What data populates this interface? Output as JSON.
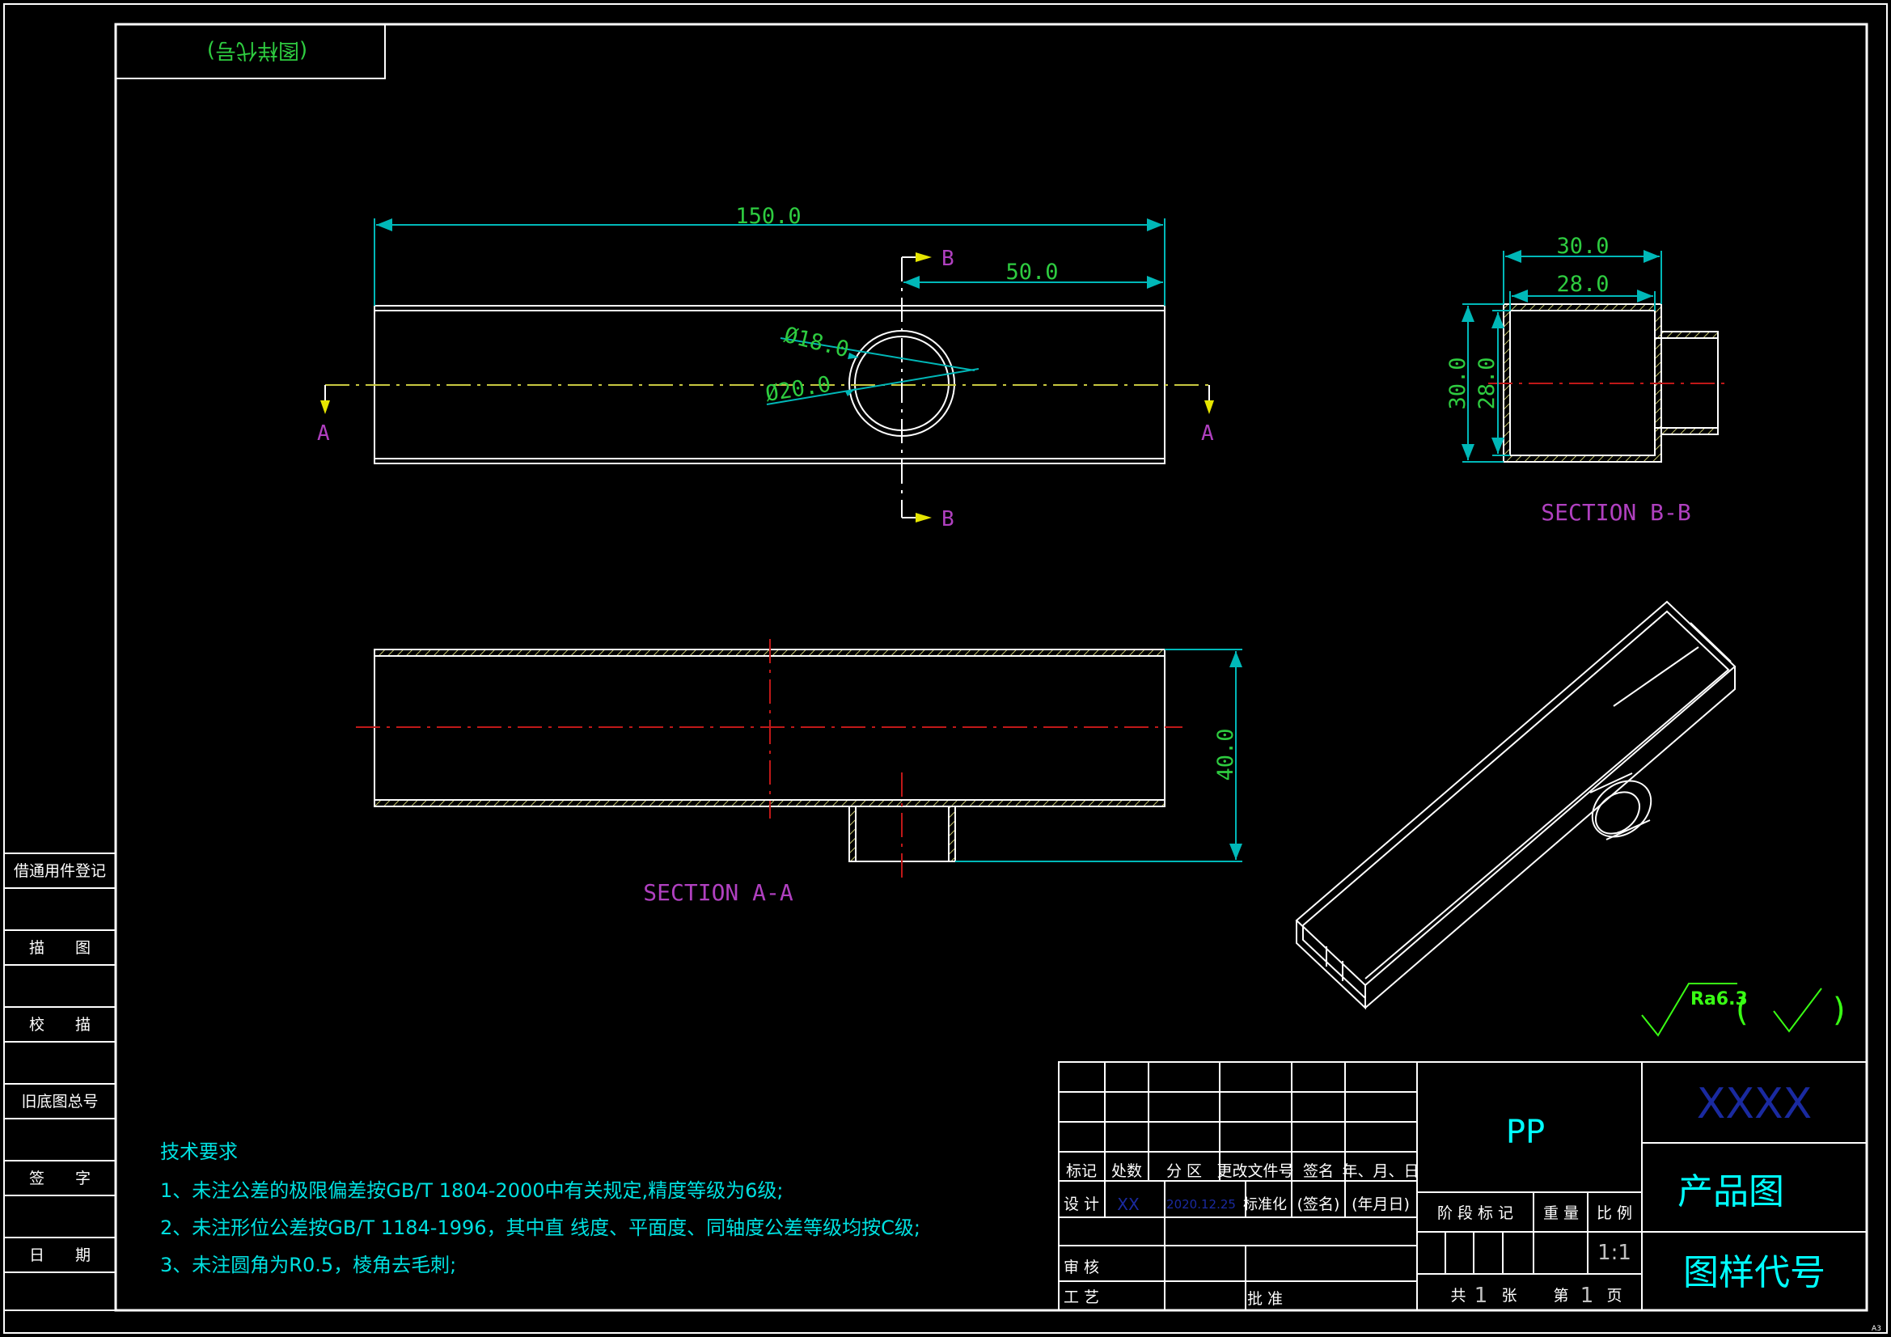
{
  "colors": {
    "background": "#000000",
    "frame": "#ffffff",
    "dimension": "#00b8b8",
    "dimension_text": "#2ecc40",
    "section_label": "#b040c0",
    "centerline": "#c01818",
    "axis": "#c8c840",
    "arrow": "#e6e600",
    "hatch": "#c8c870",
    "note_text": "#00e0e0",
    "title_text": "#00ffff",
    "placeholder_blue": "#1a2aa0",
    "surface_mark": "#39ff14"
  },
  "corner_box": {
    "label": "(图样代号)"
  },
  "front_view": {
    "dim_overall": "150.0",
    "dim_offset": "50.0",
    "dim_inner_dia": "Ø18.0",
    "dim_outer_dia": "Ø20.0",
    "cut_a_left": "A",
    "cut_a_right": "A",
    "cut_b_top": "B",
    "cut_b_bottom": "B"
  },
  "section_bb": {
    "title": "SECTION  B-B",
    "dim_outer_width": "30.0",
    "dim_inner_width": "28.0",
    "dim_outer_height": "30.0",
    "dim_inner_height": "28.0"
  },
  "section_aa": {
    "title": "SECTION  A-A",
    "dim_height": "40.0"
  },
  "surface_finish": {
    "value": "Ra6.3",
    "suffix_open": "(",
    "suffix_close": ")"
  },
  "left_strip": {
    "rows": [
      "借通用件登记",
      "描　　图",
      "校　　描",
      "旧底图总号",
      "签　　字",
      "日　　期"
    ]
  },
  "tech_notes": {
    "heading": "技术要求",
    "items": [
      "1、未注公差的极限偏差按GB/T 1804-2000中有关规定,精度等级为6级;",
      "2、未注形位公差按GB/T 1184-1996，其中直 线度、平面度、同轴度公差等级均按C级;",
      "3、未注圆角为R0.5，棱角去毛刺;"
    ]
  },
  "title_block": {
    "rev_headers": [
      "标记",
      "处数",
      "分 区",
      "更改文件号",
      "签名",
      "年、月、日"
    ],
    "design_label": "设 计",
    "designer": "XX",
    "date": "2020.12.25",
    "standardize_label": "标准化",
    "sign_placeholder": "(签名)",
    "date_placeholder": "(年月日)",
    "review_label": "审 核",
    "process_label": "工 艺",
    "approve_label": "批 准",
    "material": "PP",
    "stage_label": "阶 段 标 记",
    "weight_label": "重 量",
    "scale_label": "比 例",
    "scale": "1:1",
    "sheet_total_prefix": "共",
    "sheet_total": "1",
    "sheet_total_suffix": "张",
    "sheet_no_prefix": "第",
    "sheet_no": "1",
    "sheet_no_suffix": "页",
    "company": "XXXX",
    "drawing_name": "产品图",
    "drawing_code": "图样代号"
  },
  "sheet_size": "A3"
}
